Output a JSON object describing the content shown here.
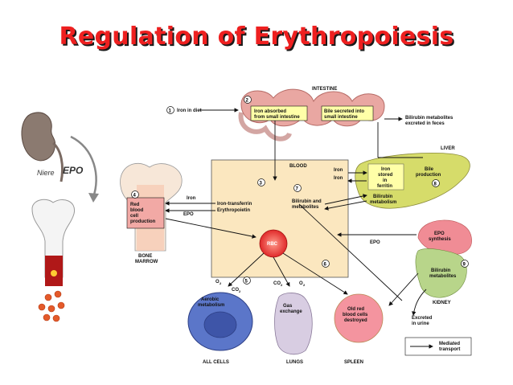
{
  "title": "Regulation of Erythropoiesis",
  "left_panel": {
    "organ": "Niere",
    "hormone": "EPO"
  },
  "steps": [
    "1",
    "2",
    "3",
    "4",
    "5",
    "6",
    "7",
    "8",
    "9"
  ],
  "labels": {
    "intestine": "INTESTINE",
    "iron_in_diet": "Iron in diet",
    "iron_absorbed": [
      "Iron absorbed",
      "from small intestine"
    ],
    "bile_secreted": [
      "Bile secreted into",
      "small intestine"
    ],
    "bilirubin_feces": [
      "Bilirubin metabolites",
      "excreted in feces"
    ],
    "liver": "LIVER",
    "blood": "BLOOD",
    "iron": "Iron",
    "iron_stored": [
      "Iron",
      "stored",
      "in",
      "ferritin"
    ],
    "bile_production": [
      "Bile",
      "production"
    ],
    "bilirubin_metabolism": [
      "Bilirubin",
      "metabolism"
    ],
    "iron_transferrin": "Iron-transferrin",
    "erythropoietin": "Erythropoietin",
    "epo": "EPO",
    "red_cell_production": [
      "Red",
      "blood",
      "cell",
      "production"
    ],
    "bone_marrow": [
      "BONE",
      "MARROW"
    ],
    "bilirubin_and_metabolites": [
      "Bilirubin and",
      "metabolites"
    ],
    "rbc": "RBC",
    "epo_synthesis": [
      "EPO",
      "synthesis"
    ],
    "bilirubin_metabolites": [
      "Bilirubin",
      "metabolites"
    ],
    "kidney": "KIDNEY",
    "excreted_urine": [
      "Excreted",
      "in urine"
    ],
    "o2": "O",
    "co2": "CO",
    "two": "2",
    "aerobic": [
      "Aerobic",
      "metabolism"
    ],
    "gas_exchange": [
      "Gas",
      "exchange"
    ],
    "old_rbc": [
      "Old red",
      "blood cells",
      "destroyed"
    ],
    "all_cells": "ALL CELLS",
    "lungs": "LUNGS",
    "spleen": "SPLEEN",
    "mediated_transport": [
      "Mediated",
      "transport"
    ]
  },
  "colors": {
    "title": "#ee2020",
    "title_shadow": "#1a1a1a",
    "blood_box": "#fbe7bf",
    "rbc": "#e53b3b",
    "yellow_label": "#ffffa8",
    "intestine": "#e9a7a2",
    "liver": "#d6dc6a",
    "kidney_pink": "#f08c95",
    "kidney_green": "#b8d58a",
    "cell": "#5b76c9",
    "spleen": "#f4949f",
    "lung": "#d8cde2"
  }
}
